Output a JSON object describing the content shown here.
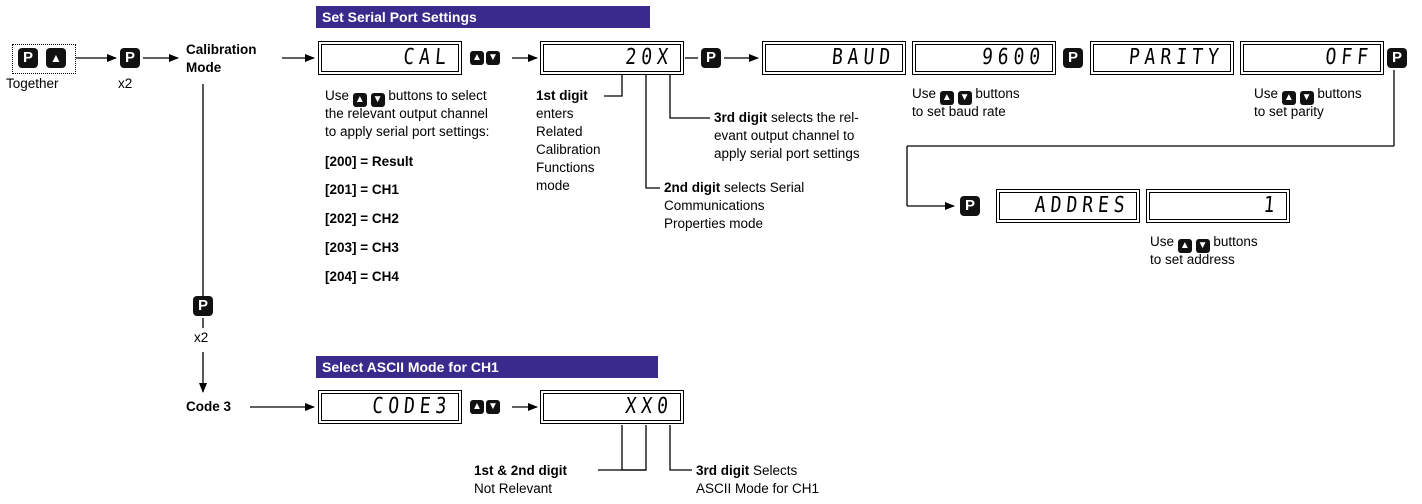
{
  "banners": {
    "serial": "Set Serial Port Settings",
    "ascii": "Select ASCII Mode for CH1"
  },
  "keys": {
    "p": "P",
    "up": "▲",
    "down": "▼",
    "up_icon": "arrow-up-icon",
    "down_icon": "arrow-down-icon"
  },
  "start": {
    "together": "Together",
    "x2_top": "x2",
    "x2_side": "x2",
    "calibration": "Calibration",
    "mode": "Mode",
    "code3": "Code 3"
  },
  "displays": {
    "cal": "CAL",
    "twenty_x": "20X",
    "baud": "BAUD",
    "baud_value": "9600",
    "parity": "PARITY",
    "parity_value": "OFF",
    "address": "ADDRES",
    "address_value": "1",
    "code3": "CODE3",
    "xx0": "XX0"
  },
  "notes": {
    "use_a": "Use",
    "select_a": "buttons to select",
    "select_b": "the relevant output channel",
    "select_c": "to apply serial port settings:",
    "opt200": "[200] = Result",
    "opt201": "[201] = CH1",
    "opt202": "[202] = CH2",
    "opt203": "[203] = CH3",
    "opt204": "[204] = CH4",
    "first_digit_bold": "1st digit",
    "first_digit_1": "enters",
    "first_digit_2": "Related",
    "first_digit_3": "Calibration",
    "first_digit_4": "Functions",
    "first_digit_5": "mode",
    "third_digit_bold": "3rd digit",
    "third_digit_1": "selects the rel-",
    "third_digit_2": "evant output channel to",
    "third_digit_3": "apply serial port settings",
    "second_digit_bold": "2nd digit",
    "second_digit_1": "selects Serial",
    "second_digit_2": "Communications",
    "second_digit_3": "Properties mode",
    "use_b": "Use",
    "buttons_b": "buttons",
    "baud_rate": "to set baud rate",
    "use_c": "Use",
    "buttons_c": "buttons",
    "set_parity": "to set parity",
    "use_d": "Use",
    "buttons_d": "buttons",
    "set_address": "to set address",
    "first_second_bold": "1st & 2nd digit",
    "not_relevant": "Not Relevant",
    "third_ascii_bold": "3rd digit",
    "third_ascii_1": "Selects",
    "third_ascii_2": "ASCII Mode for CH1"
  }
}
